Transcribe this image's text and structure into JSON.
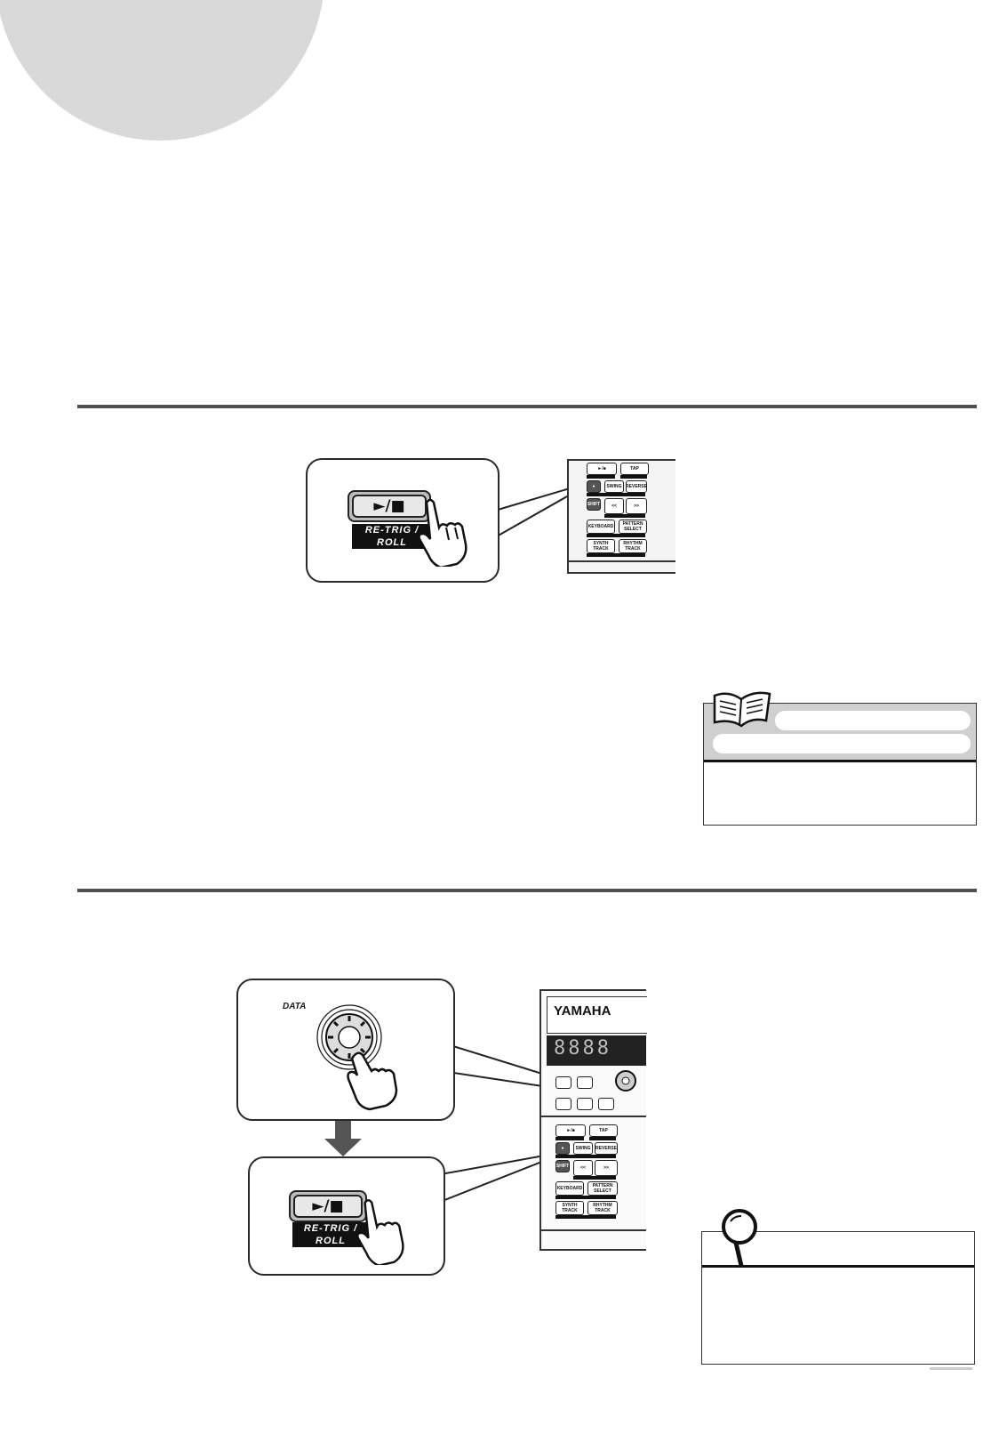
{
  "buttons": {
    "play_stop_symbol": "►/■",
    "play_stop_sub": "RE-TRIG / ROLL",
    "data_dial_label": "DATA"
  },
  "device": {
    "brand": "YAMAHA",
    "led_text": "8888"
  },
  "colors": {
    "tab_circle": "#d9d9d9",
    "rule": "#505050",
    "note_header": "#cfcfcf"
  },
  "icons": {
    "note_icon": "open-book-icon",
    "tip_icon": "magnifier-icon",
    "press_icon": "pointing-hand-icon",
    "step_icon": "down-arrow-icon"
  }
}
